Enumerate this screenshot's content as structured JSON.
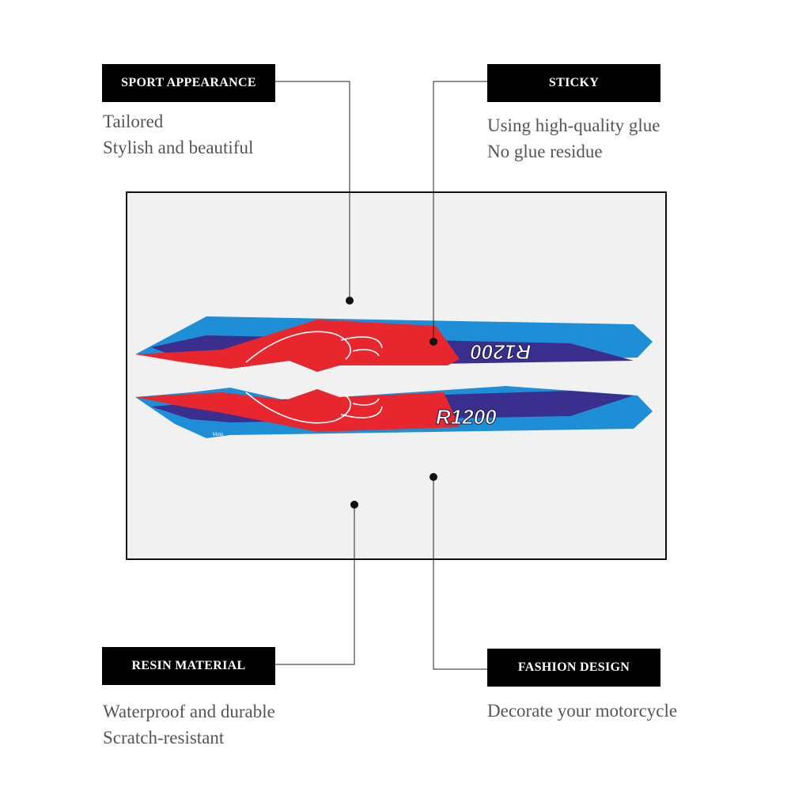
{
  "features": [
    {
      "title": "SPORT APPEARANCE",
      "lines": [
        "Tailored",
        "Stylish and beautiful"
      ]
    },
    {
      "title": "STICKY",
      "lines": [
        "Using high-quality glue",
        "No glue residue"
      ]
    },
    {
      "title": "RESIN MATERIAL",
      "lines": [
        "Waterproof and durable",
        "Scratch-resistant"
      ]
    },
    {
      "title": "FASHION DESIGN",
      "lines": [
        "Decorate your motorcycle"
      ]
    }
  ],
  "product": {
    "model_text": "R1200",
    "small_logo": "Moto"
  },
  "colors": {
    "tag_bg": "#000000",
    "tag_text": "#ffffff",
    "desc_text": "#555555",
    "panel_bg": "#f2f1f2",
    "sticker_blue": "#1e8fd6",
    "sticker_navy": "#3a2f8f",
    "sticker_red": "#e8262e",
    "sticker_outline": "#ffffff"
  }
}
